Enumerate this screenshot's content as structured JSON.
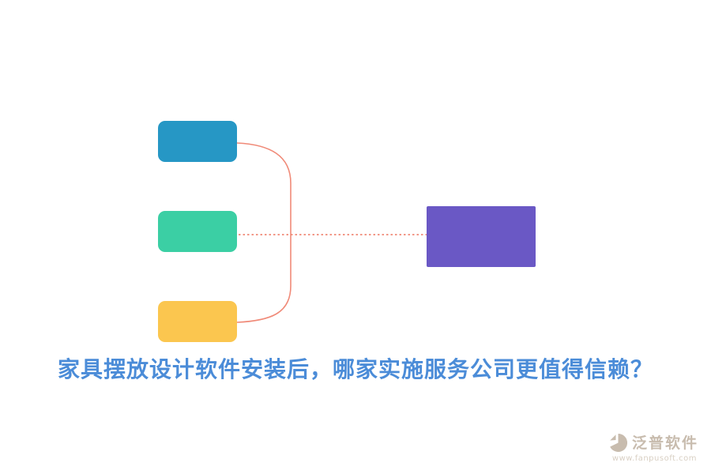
{
  "page": {
    "background": "#ffffff"
  },
  "diagram": {
    "connector_color": "#F08A78",
    "boxes": [
      {
        "id": "top",
        "color": "#2697C5"
      },
      {
        "id": "middle",
        "color": "#3BCFA4"
      },
      {
        "id": "bottom",
        "color": "#FBC64F"
      },
      {
        "id": "result",
        "color": "#6A58C5"
      }
    ]
  },
  "caption": {
    "text": "家具摆放设计软件安装后，哪家实施服务公司更值得信赖？",
    "color": "#4B8CD8"
  },
  "logo": {
    "name": "泛普软件",
    "url": "www.fanpusoft.com",
    "color": "#C8BCAE",
    "url_color": "#D9D0C4"
  }
}
